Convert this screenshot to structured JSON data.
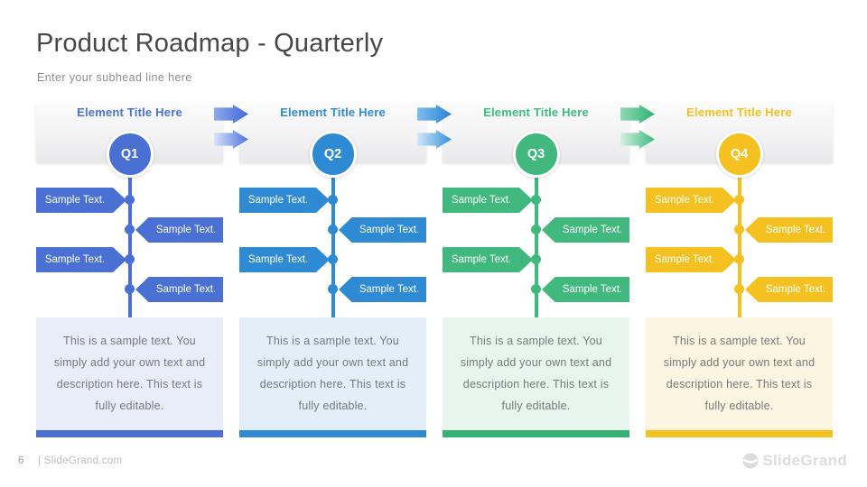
{
  "slide": {
    "title": "Product Roadmap - Quarterly",
    "subtitle": "Enter your subhead line here"
  },
  "columns": [
    {
      "element_title": "Element Title Here",
      "quarter": "Q1",
      "accent": "#4A70D4",
      "tint": "#E9EDF8",
      "callouts": [
        {
          "side": "left",
          "text": "Sample Text."
        },
        {
          "side": "right",
          "text": "Sample Text."
        },
        {
          "side": "left",
          "text": "Sample Text."
        },
        {
          "side": "right",
          "text": "Sample Text."
        }
      ],
      "description": "This is a sample text. You simply add your own text and description here. This text is fully editable."
    },
    {
      "element_title": "Element Title Here",
      "quarter": "Q2",
      "accent": "#2F8AD4",
      "tint": "#E3EEF9",
      "callouts": [
        {
          "side": "left",
          "text": "Sample Text."
        },
        {
          "side": "right",
          "text": "Sample Text."
        },
        {
          "side": "left",
          "text": "Sample Text."
        },
        {
          "side": "right",
          "text": "Sample Text."
        }
      ],
      "description": "This is a sample text. You simply add your own text and description here. This text is fully editable."
    },
    {
      "element_title": "Element Title Here",
      "quarter": "Q3",
      "accent": "#41B87D",
      "tint": "#E8F5EE",
      "callouts": [
        {
          "side": "left",
          "text": "Sample Text."
        },
        {
          "side": "right",
          "text": "Sample Text."
        },
        {
          "side": "left",
          "text": "Sample Text."
        },
        {
          "side": "right",
          "text": "Sample Text."
        }
      ],
      "description": "This is a sample text. You simply add your own text and description here. This text is fully editable."
    },
    {
      "element_title": "Element Title Here",
      "quarter": "Q4",
      "accent": "#F4C120",
      "tint": "#FBF5E1",
      "callouts": [
        {
          "side": "left",
          "text": "Sample Text."
        },
        {
          "side": "right",
          "text": "Sample Text."
        },
        {
          "side": "left",
          "text": "Sample Text."
        },
        {
          "side": "right",
          "text": "Sample Text."
        }
      ],
      "description": "This is a sample text. You simply add your own text and description here. This text is fully editable."
    }
  ],
  "arrows": [
    {
      "between": "Q1-Q2",
      "color": "#3D68D8"
    },
    {
      "between": "Q2-Q3",
      "color": "#2685D4"
    },
    {
      "between": "Q3-Q4",
      "color": "#2EB273"
    }
  ],
  "footer": {
    "page_number": "6",
    "site": "| SlideGrand.com",
    "brand": "SlideGrand"
  }
}
